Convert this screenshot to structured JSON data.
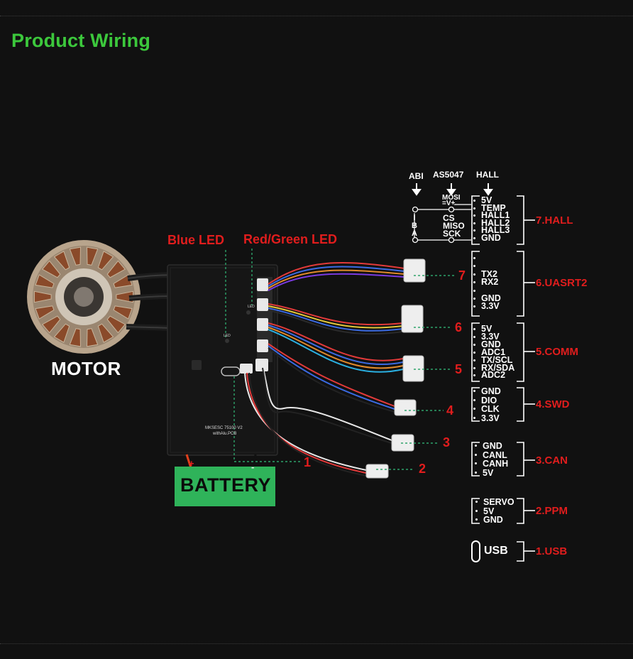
{
  "page": {
    "title": "Product Wiring"
  },
  "colors": {
    "title": "#3cc83c",
    "labels": "#e11d1d",
    "text": "#ffffff",
    "battery_bg": "#2fb35a",
    "background": "#111111",
    "guide_line": "#2ea36a"
  },
  "motor": {
    "label": "MOTOR"
  },
  "battery": {
    "label": "BATTERY",
    "plus": "+",
    "minus": "-"
  },
  "leds": {
    "blue": "Blue LED",
    "red_green": "Red/Green LED"
  },
  "board": {
    "line1": "MKSESC 75100 V2",
    "line2": "withAlu.PCB",
    "led_small": "LED"
  },
  "callouts": [
    "1",
    "2",
    "3",
    "4",
    "5",
    "6",
    "7"
  ],
  "encoder_headers": {
    "abi": "ABI",
    "as5047": "AS5047",
    "hall": "HALL",
    "abi_pins": [
      "I",
      "B",
      "A"
    ],
    "as5047_top": [
      "MOSI",
      "=V+"
    ],
    "as5047_pins": [
      "CS",
      "MISO",
      "SCK"
    ]
  },
  "groups": [
    {
      "id": "hall",
      "label": "7.HALL",
      "pins": [
        "5V",
        "TEMP",
        "HALL1",
        "HALL2",
        "HALL3",
        "GND"
      ]
    },
    {
      "id": "uasrt2",
      "label": "6.UASRT2",
      "pins": [
        "",
        "TX2",
        "RX2",
        "",
        "GND",
        "3.3V"
      ]
    },
    {
      "id": "comm",
      "label": "5.COMM",
      "pins": [
        "5V",
        "3.3V",
        "GND",
        "ADC1",
        "TX/SCL",
        "RX/SDA",
        "ADC2"
      ]
    },
    {
      "id": "swd",
      "label": "4.SWD",
      "pins": [
        "GND",
        "DIO",
        "CLK",
        "3.3V"
      ]
    },
    {
      "id": "can",
      "label": "3.CAN",
      "pins": [
        "GND",
        "CANL",
        "CANH",
        "5V"
      ]
    },
    {
      "id": "ppm",
      "label": "2.PPM",
      "pins": [
        "SERVO",
        "5V",
        "GND"
      ]
    },
    {
      "id": "usb",
      "label": "1.USB",
      "pins": [
        "USB"
      ]
    }
  ]
}
